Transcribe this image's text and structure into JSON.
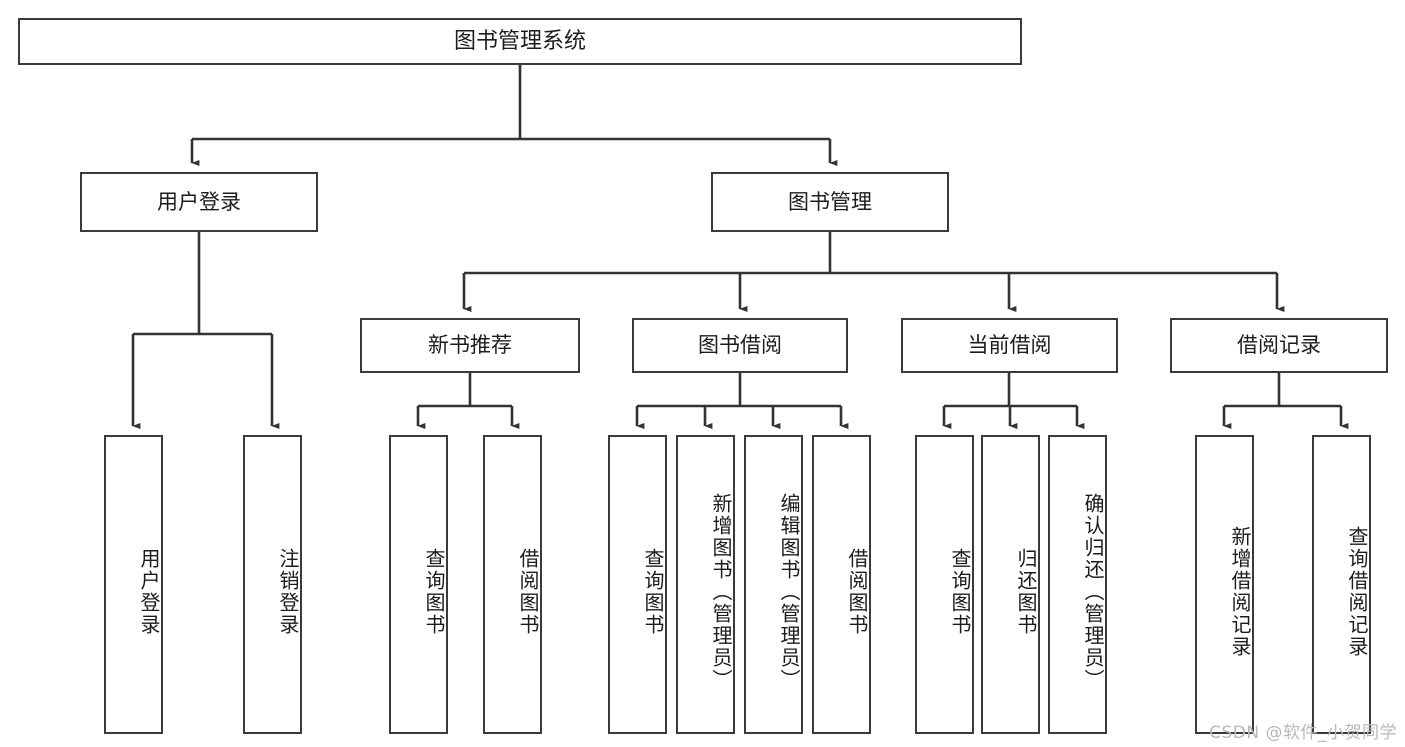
{
  "diagram": {
    "title": "图书管理系统",
    "type": "hierarchy-tree",
    "root": {
      "label": "图书管理系统"
    },
    "level2": [
      {
        "label": "用户登录"
      },
      {
        "label": "图书管理"
      }
    ],
    "level3": [
      {
        "label": "新书推荐"
      },
      {
        "label": "图书借阅"
      },
      {
        "label": "当前借阅"
      },
      {
        "label": "借阅记录"
      }
    ],
    "leaves": {
      "user_login": [
        {
          "label": "用户登录"
        },
        {
          "label": "注销登录"
        }
      ],
      "new_book_recommend": [
        {
          "label": "查询图书"
        },
        {
          "label": "借阅图书"
        }
      ],
      "book_borrow": [
        {
          "label": "查询图书"
        },
        {
          "label": "新增图书（管理员）"
        },
        {
          "label": "编辑图书（管理员）"
        },
        {
          "label": "借阅图书"
        }
      ],
      "current_borrow": [
        {
          "label": "查询图书"
        },
        {
          "label": "归还图书"
        },
        {
          "label": "确认归还（管理员）"
        }
      ],
      "borrow_record": [
        {
          "label": "新增借阅记录"
        },
        {
          "label": "查询借阅记录"
        }
      ]
    }
  },
  "watermark": {
    "text": "CSDN @软件_小贺同学"
  },
  "colors": {
    "background": "#ffffff",
    "box_border": "#3a3a3a",
    "connector": "#333333",
    "text": "#1c1c1c",
    "watermark": "#b9b9b9"
  }
}
